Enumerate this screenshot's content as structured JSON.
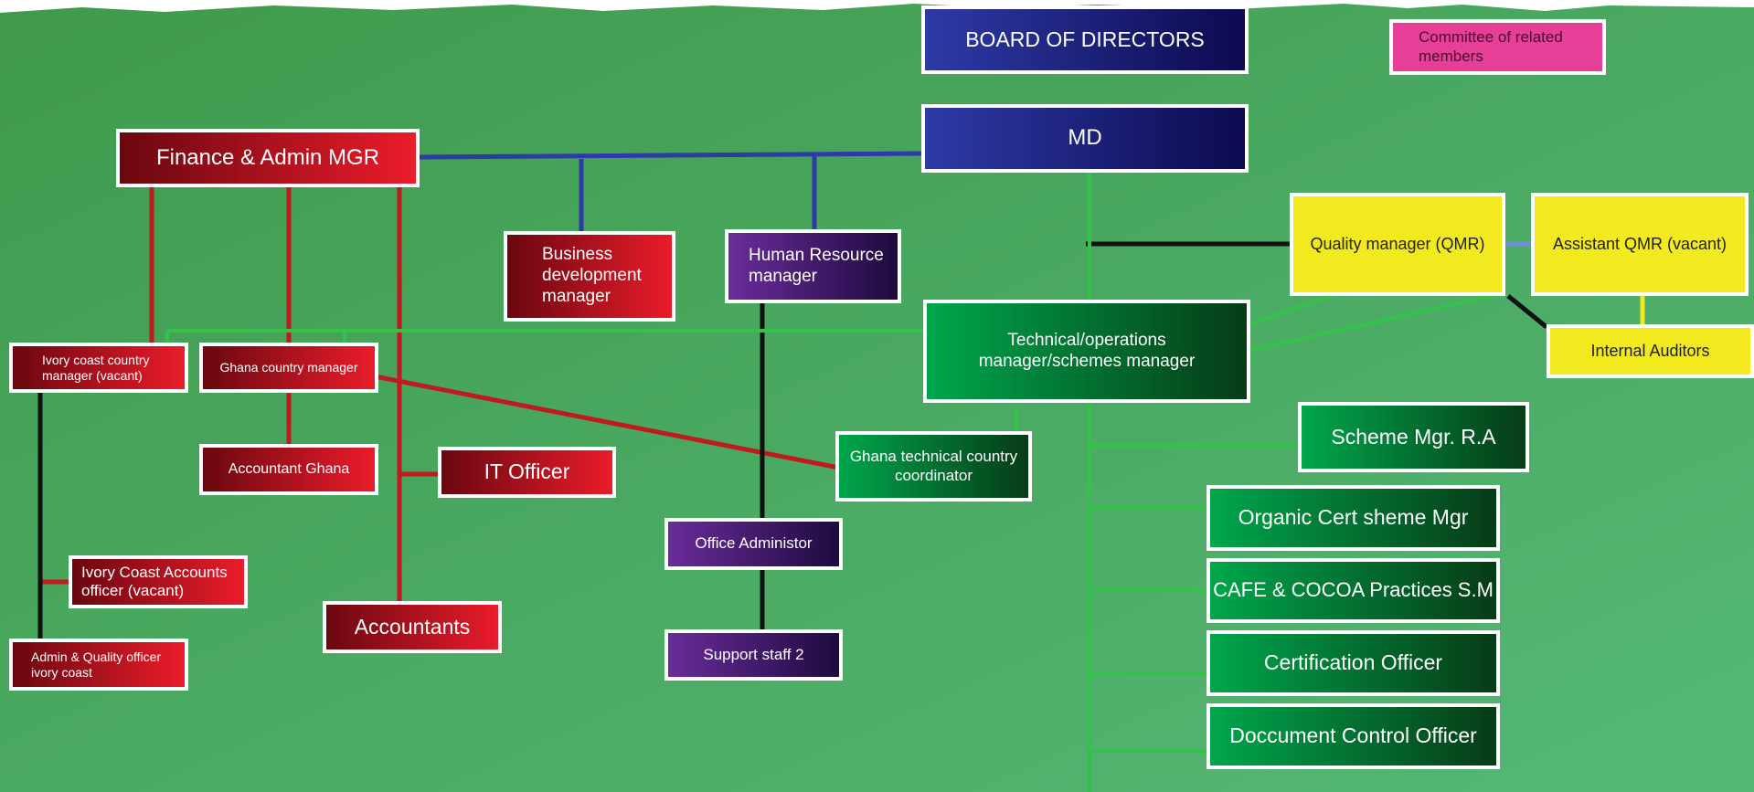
{
  "colors": {
    "background_start": "#3f9a4c",
    "background_end": "#55b876",
    "blue_line": "#2e3aa6",
    "red_line": "#c0191f",
    "black_line": "#111111",
    "green_line": "#35c24a",
    "yellow_line": "#f2ea1e",
    "light_blue_line": "#6f8fd8"
  },
  "nodes": {
    "board": "BOARD OF DIRECTORS",
    "committee": "Committee of related members",
    "md": "MD",
    "finance": "Finance & Admin MGR",
    "business_dev": "Business development manager",
    "hr": "Human Resource manager",
    "quality_mgr": "Quality manager (QMR)",
    "assistant_qmr": "Assistant QMR (vacant)",
    "internal_auditors": "Internal Auditors",
    "technical_mgr": "Technical/operations manager/schemes manager",
    "ivory_coast_mgr": "Ivory coast country manager (vacant)",
    "ghana_mgr": "Ghana country manager",
    "accountant_ghana": "Accountant Ghana",
    "it_officer": "IT Officer",
    "ghana_tech_coord": "Ghana technical country coordinator",
    "office_admin": "Office Administor",
    "support_staff": "Support staff 2",
    "ic_accounts": "Ivory Coast Accounts officer (vacant)",
    "admin_quality": "Admin & Quality officer ivory coast",
    "accountants": "Accountants",
    "scheme_mgr_ra": "Scheme Mgr.  R.A",
    "organic_cert": "Organic Cert sheme Mgr",
    "cafe_cocoa": "CAFE & COCOA Practices S.M",
    "cert_officer": "Certification Officer",
    "doc_control": "Doccument Control Officer"
  }
}
